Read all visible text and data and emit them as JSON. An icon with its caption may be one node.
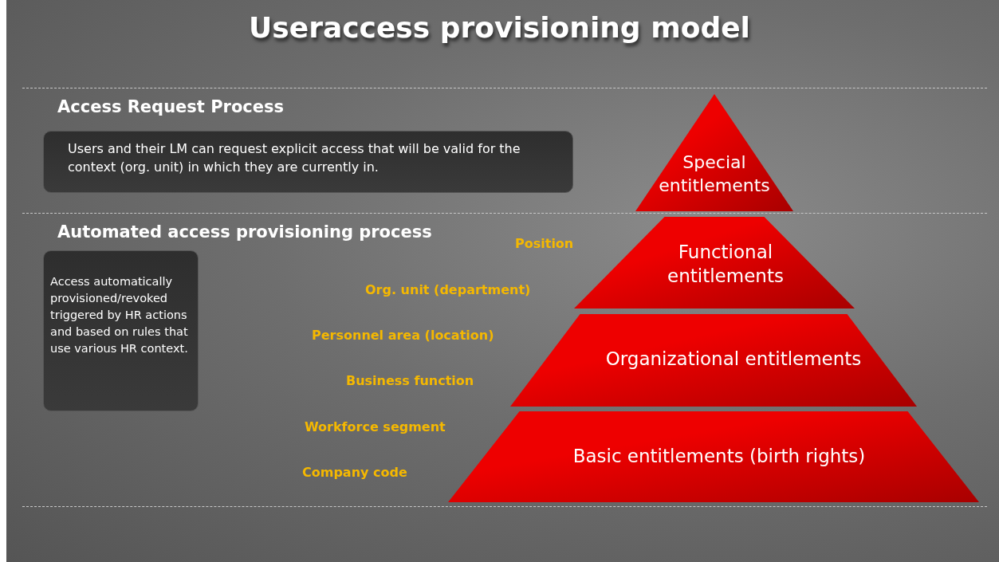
{
  "diagram": {
    "title": "Useraccess provisioning model",
    "nodes": [
      {
        "text": [
          "Access Request Process",
          "Users and their LM can request explicit access that will be valid for the context (org. unit) in which they are currently in."
        ]
      },
      {
        "text": [
          "Automated access provisioning process",
          "Access automatically provisioned/revoked triggered by HR actions and based on rules that use various HR context."
        ]
      },
      {
        "text": [
          "Special entitlements"
        ]
      },
      {
        "text": [
          "Functional entitlements"
        ]
      },
      {
        "text": [
          "Organizational entitlements"
        ]
      },
      {
        "text": [
          "Basic entitlements (birth rights)"
        ]
      }
    ],
    "labels": [
      "Position",
      "Org. unit (department)",
      "Personnel area (location)",
      "Business function",
      "Workforce segment",
      "Company code"
    ]
  }
}
